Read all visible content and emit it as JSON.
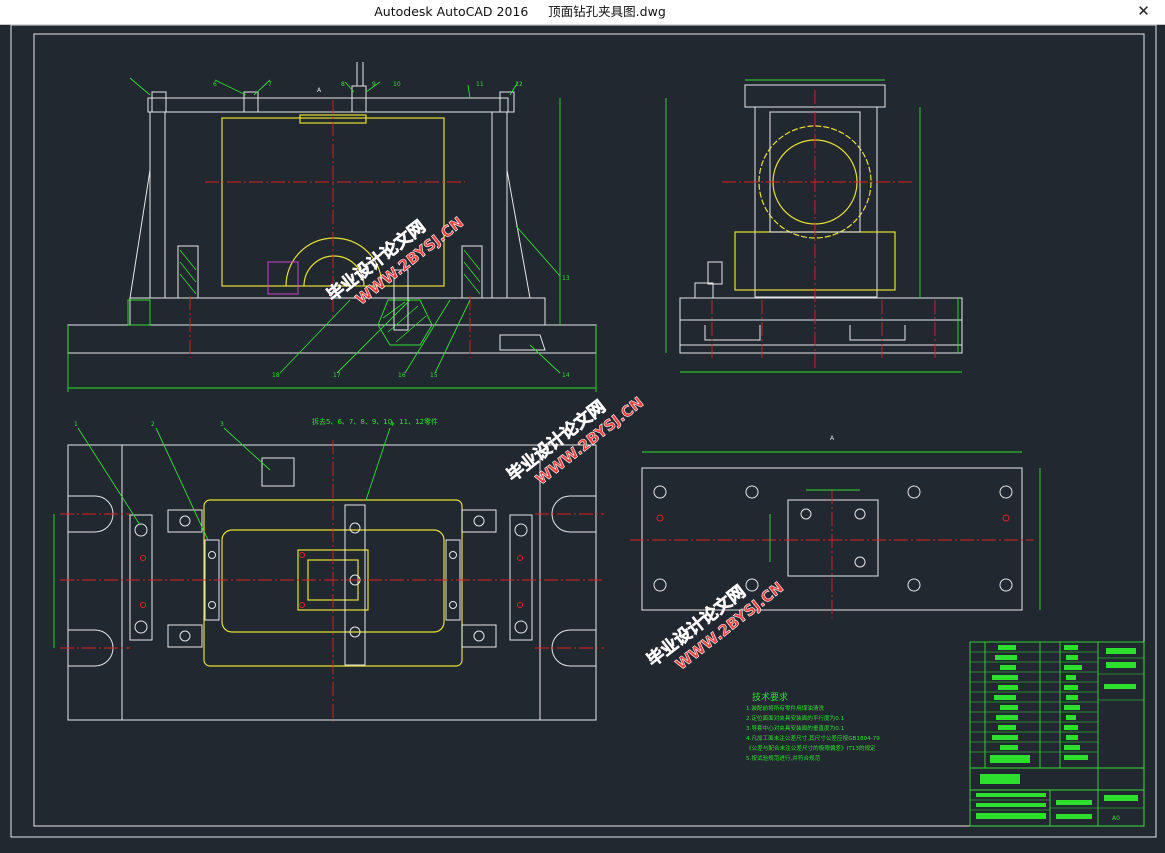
{
  "window": {
    "title": "Autodesk AutoCAD 2016     顶面钻孔夹具图.dwg",
    "close_glyph": "✕"
  },
  "drawing": {
    "callouts_top": [
      "6",
      "7",
      "8",
      "9",
      "10",
      "11",
      "12",
      "13"
    ],
    "callouts_bottom": [
      "18",
      "17",
      "16",
      "15",
      "14"
    ],
    "callouts_plan": [
      "1",
      "2",
      "3",
      "4"
    ],
    "section_letter": "A",
    "plan_note": "拆去5、6、7、8、9、10、11、12零件",
    "aux_view_label": "A",
    "tech_req": {
      "heading": "技术要求",
      "lines": [
        "1.装配前将所有零件用煤油清洗",
        "2.定位面面对夹具安装面的平行度为0.1",
        "3.导套中心对夹具安装面的垂直度为0.1",
        "4.凡加工面未注公差尺寸,其尺寸公差应按GB1804-79",
        "《公差与配合未注公差尺寸的极限偏差》IT13的规定",
        "5.按试验规范进行,并符合规范"
      ]
    },
    "watermark": {
      "cn": "毕业设计论文网",
      "url": "WWW.2BYSJ.CN"
    },
    "title_block_code": "A0"
  },
  "colors": {
    "background": "#212830",
    "white_lines": "#e6e6e6",
    "yellow_lines": "#e8e030",
    "green_lines": "#2ee02e",
    "red_centerlines": "#e02020",
    "magenta": "#d040d0",
    "watermark": "#ff3c3c"
  }
}
